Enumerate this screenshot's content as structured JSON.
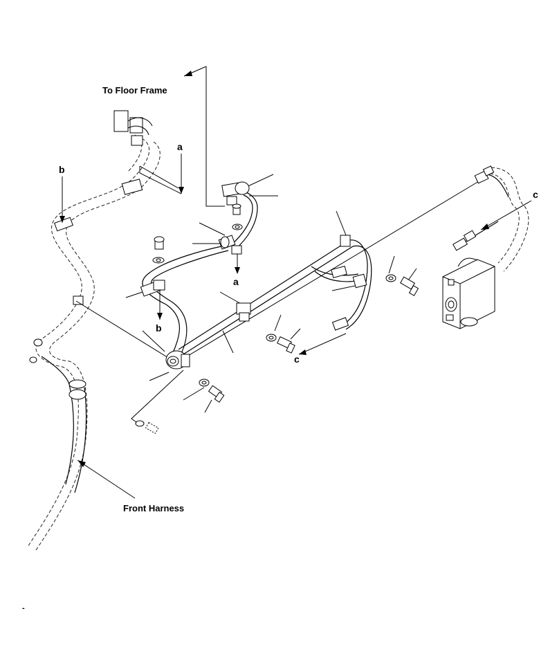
{
  "labels": {
    "to_floor_frame": "To Floor Frame",
    "front_harness": "Front Harness",
    "ref_a_top": "a",
    "ref_a_bottom": "a",
    "ref_b_left": "b",
    "ref_b_lower": "b",
    "ref_c_right": "c",
    "ref_c_lower": "c"
  },
  "footer": {
    "mark": "-"
  }
}
